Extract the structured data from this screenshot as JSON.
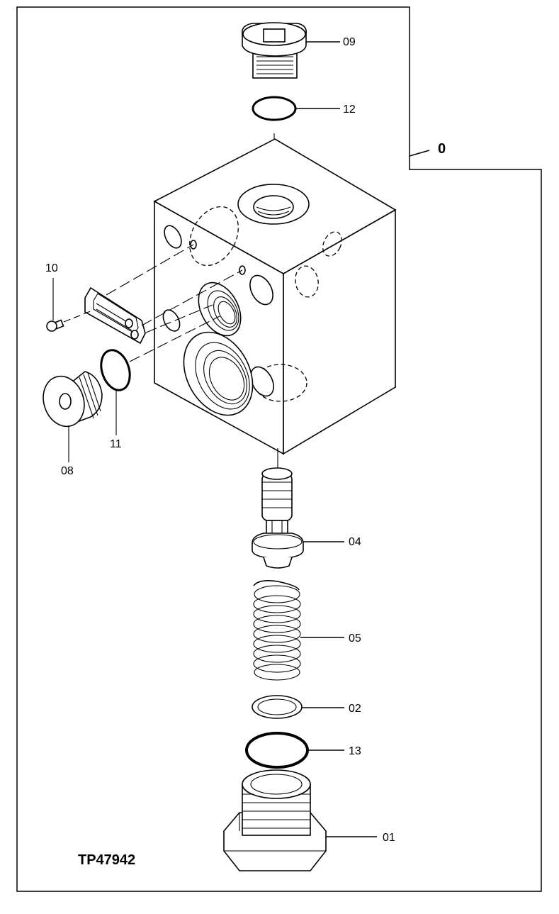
{
  "figure_id": "TP47942",
  "assembly_label": "0",
  "callouts": {
    "plug_top": "09",
    "oring_top": "12",
    "screw": "10",
    "oring_side": "11",
    "plug_side": "08",
    "poppet": "04",
    "spring": "05",
    "washer": "02",
    "oring_bottom": "13",
    "plug_bottom": "01"
  }
}
